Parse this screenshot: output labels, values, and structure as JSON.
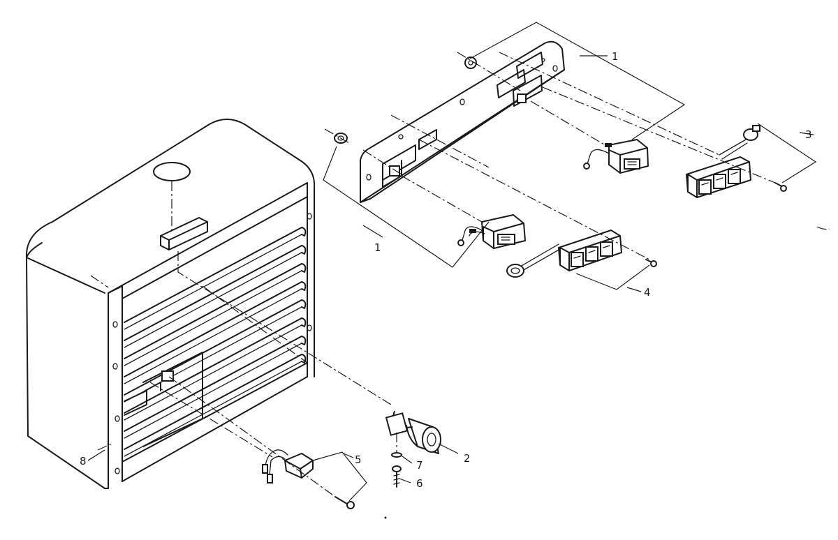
{
  "callouts": {
    "c1a": "1",
    "c1b": "1",
    "c2": "2",
    "c3": "3",
    "c4": "4",
    "c5": "5",
    "c6": "6",
    "c7": "7",
    "c8": "8"
  }
}
